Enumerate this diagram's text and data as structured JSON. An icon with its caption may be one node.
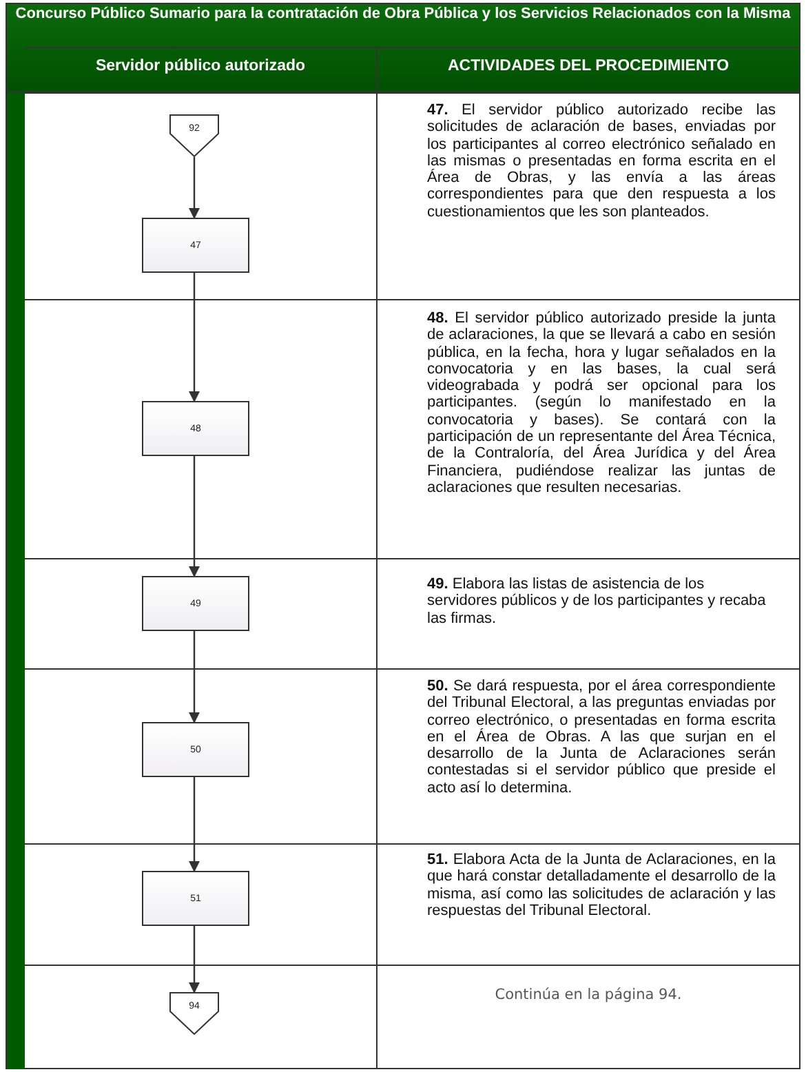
{
  "diagram": {
    "title": "Concurso Público Sumario para la contratación de Obra Pública y los Servicios Relacionados con la Misma",
    "nodes": [
      {
        "text": [
          "92"
        ]
      },
      {
        "text": [
          "47"
        ]
      },
      {
        "text": [
          "48"
        ]
      },
      {
        "text": [
          "49"
        ]
      },
      {
        "text": [
          "50"
        ]
      },
      {
        "text": [
          "51"
        ]
      },
      {
        "text": [
          "94"
        ]
      }
    ],
    "edges": [
      {
        "from": 0,
        "to": 1,
        "arrow": "to"
      },
      {
        "from": 1,
        "to": 2,
        "arrow": "to"
      },
      {
        "from": 2,
        "to": 3,
        "arrow": "to"
      },
      {
        "from": 3,
        "to": 4,
        "arrow": "to"
      },
      {
        "from": 4,
        "to": 5,
        "arrow": "to"
      },
      {
        "from": 5,
        "to": 6,
        "arrow": "to"
      }
    ],
    "labels": [
      "Servidor público autorizado",
      "ACTIVIDADES DEL PROCEDIMIENTO",
      "**47.** El servidor público autorizado recibe las solicitudes de aclaración de bases, enviadas por los participantes al correo electrónico señalado en las mismas o presentadas en forma escrita en el Área de Obras, y las envía a las áreas correspondientes para que den respuesta a los cuestionamientos que les son planteados.",
      "**48.** El servidor público autorizado preside la junta de aclaraciones, la que se llevará a cabo en sesión pública, en la fecha, hora y lugar señalados en la convocatoria y en las bases, la cual será videograbada y podrá ser opcional para los participantes. (según lo manifestado en la convocatoria y bases). Se contará con la participación de un representante del Área Técnica, de la Contraloría, del Área Jurídica y del Área Financiera, pudiéndose realizar las juntas de aclaraciones que resulten necesarias.",
      "**49.** Elabora las listas de asistencia de los servidores públicos y de los participantes y recaba las firmas.",
      "**50.** Se dará respuesta, por el área correspondiente del Tribunal Electoral, a las preguntas enviadas por correo electrónico, o presentadas en forma escrita en el Área de Obras. A las que surjan en el desarrollo de la Junta de Aclaraciones serán contestadas si el servidor público que preside el acto así lo determina.",
      "**51.** Elabora Acta de la Junta de Aclaraciones, en la que hará constar detalladamente el desarrollo de la misma, así como las solicitudes de aclaración y las respuestas del Tribunal Electoral.",
      "Continúa en la página 94."
    ]
  }
}
